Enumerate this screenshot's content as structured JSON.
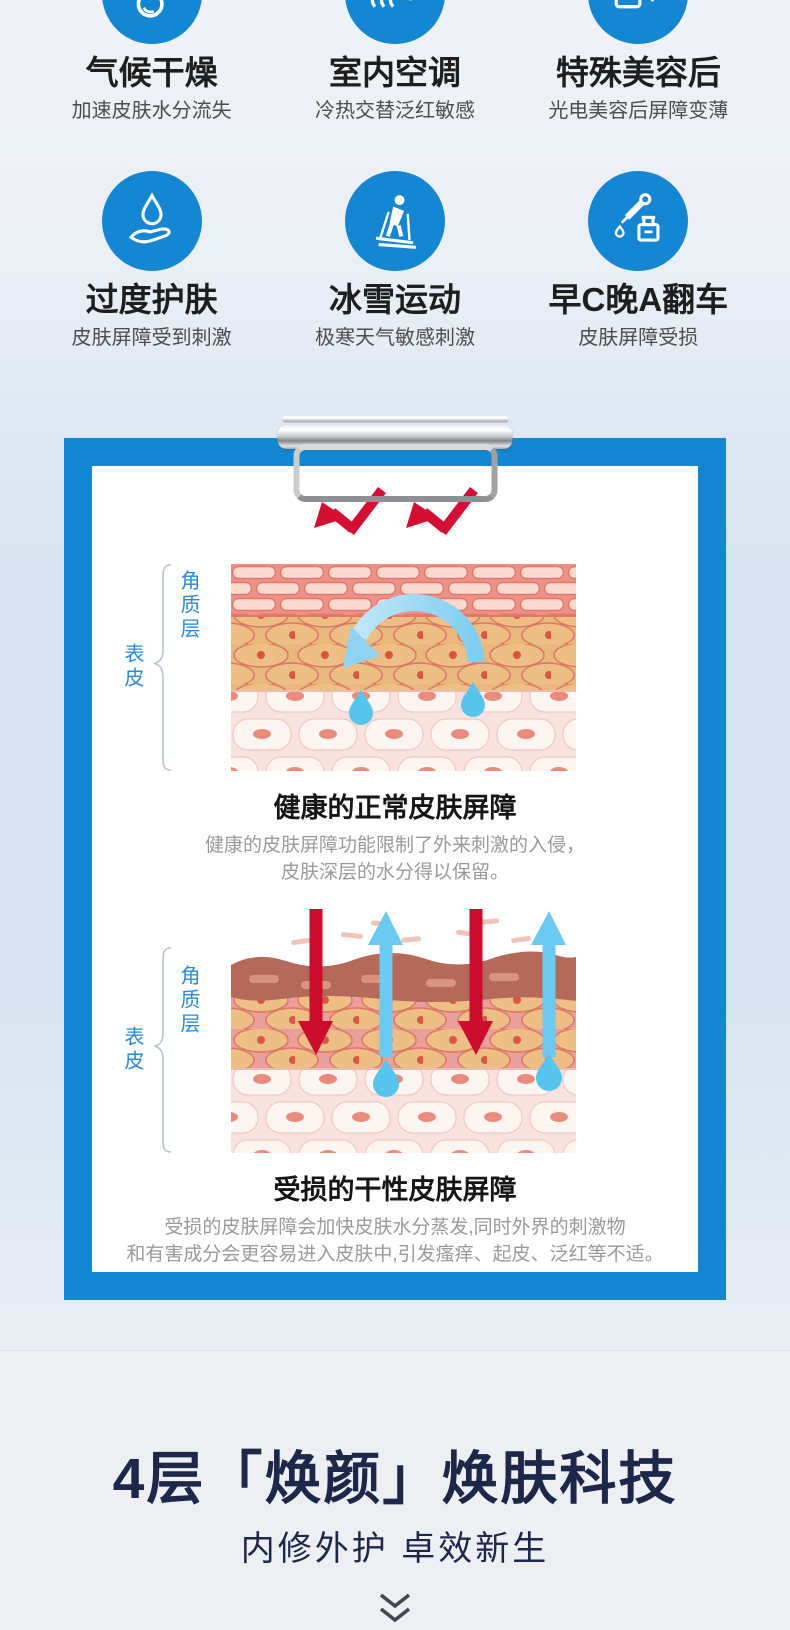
{
  "theme": {
    "accent_blue": "#1586d1",
    "label_blue": "#2a8bd3",
    "navy": "#1c2749",
    "alert_red": "#d40f34",
    "water_blue": "#57c4ee",
    "page_bg": "#edf1f6",
    "bottom_bg": "#edeff2"
  },
  "factor_grid": {
    "items": [
      {
        "icon": "thermometer-icon",
        "title": "气候干燥",
        "subtitle": "加速皮肤水分流失"
      },
      {
        "icon": "heat-waves-sun-icon",
        "title": "室内空调",
        "subtitle": "冷热交替泛红敏感"
      },
      {
        "icon": "medical-device-icon",
        "title": "特殊美容后",
        "subtitle": "光电美容后屏障变薄"
      },
      {
        "icon": "hand-water-drop-icon",
        "title": "过度护肤",
        "subtitle": "皮肤屏障受到刺激"
      },
      {
        "icon": "skier-icon",
        "title": "冰雪运动",
        "subtitle": "极寒天气敏感刺激"
      },
      {
        "icon": "dropper-bottle-icon",
        "title": "早C晚A翻车",
        "subtitle": "皮肤屏障受损"
      }
    ]
  },
  "clipboard": {
    "healthy": {
      "label_stratum": "角质层",
      "label_epidermis": "表皮",
      "title": "健康的正常皮肤屏障",
      "desc1": "健康的皮肤屏障功能限制了外来刺激的入侵，",
      "desc2": "皮肤深层的水分得以保留。"
    },
    "damaged": {
      "label_stratum": "角质层",
      "label_epidermis": "表皮",
      "title": "受损的干性皮肤屏障",
      "desc1": "受损的皮肤屏障会加快皮肤水分蒸发,同时外界的刺激物",
      "desc2": "和有害成分会更容易进入皮肤中,引发瘙痒、起皮、泛红等不适。"
    }
  },
  "tech": {
    "title": "4层「焕颜」焕肤科技",
    "subtitle": "内修外护 卓效新生"
  }
}
